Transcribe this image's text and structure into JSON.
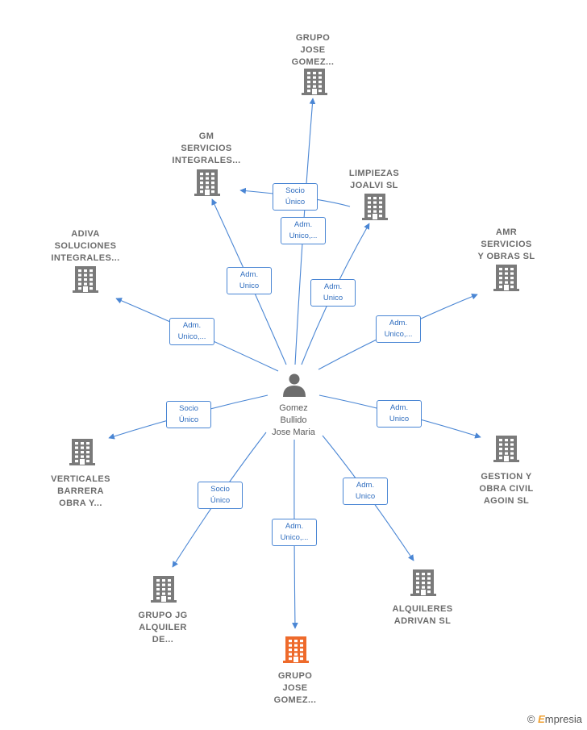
{
  "center": {
    "label": "Gomez\nBullido\nJose Maria",
    "icon": "person-icon"
  },
  "colors": {
    "edge": "#4a86d4",
    "company": "#7a7a7a",
    "highlight": "#ee6a2b",
    "person": "#6d6d6d"
  },
  "companies": [
    {
      "id": "grupo-jose-gomez-top",
      "label": "GRUPO\nJOSE\nGOMEZ...",
      "highlight": false
    },
    {
      "id": "gm-servicios",
      "label": "GM\nSERVICIOS\nINTEGRALES...",
      "highlight": false
    },
    {
      "id": "limpiezas-joalvi",
      "label": "LIMPIEZAS\nJOALVI  SL",
      "highlight": false
    },
    {
      "id": "adiva",
      "label": "ADIVA\nSOLUCIONES\nINTEGRALES...",
      "highlight": false
    },
    {
      "id": "amr-servicios",
      "label": "AMR\nSERVICIOS\nY OBRAS SL",
      "highlight": false
    },
    {
      "id": "verticales-barrera",
      "label": "VERTICALES\nBARRERA\nOBRA Y...",
      "highlight": false
    },
    {
      "id": "gestion-obra-civil",
      "label": "GESTION Y\nOBRA CIVIL\nAGOIN  SL",
      "highlight": false
    },
    {
      "id": "grupo-jg-alquiler",
      "label": "GRUPO JG\nALQUILER\nDE...",
      "highlight": false
    },
    {
      "id": "alquileres-adrivan",
      "label": "ALQUILERES\nADRIVAN SL",
      "highlight": false
    },
    {
      "id": "grupo-jose-gomez-bottom",
      "label": "GRUPO\nJOSE\nGOMEZ...",
      "highlight": true
    }
  ],
  "edges": [
    {
      "to": "grupo-jose-gomez-top",
      "label": "Adm.\nUnico,..."
    },
    {
      "to": "gm-servicios",
      "label": "Adm.\nUnico"
    },
    {
      "to": "limpiezas-joalvi",
      "label": "Adm.\nUnico"
    },
    {
      "to": "adiva",
      "label": "Adm.\nUnico,..."
    },
    {
      "to": "amr-servicios",
      "label": "Adm.\nUnico,..."
    },
    {
      "to": "verticales-barrera",
      "label": "Socio\nÚnico"
    },
    {
      "to": "gestion-obra-civil",
      "label": "Adm.\nUnico"
    },
    {
      "to": "grupo-jg-alquiler",
      "label": "Socio\nÚnico"
    },
    {
      "to": "alquileres-adrivan",
      "label": "Adm.\nUnico"
    },
    {
      "to": "grupo-jose-gomez-bottom",
      "label": "Adm.\nUnico,..."
    },
    {
      "from": "limpiezas-joalvi",
      "to": "gm-servicios",
      "label": "Socio\nÚnico"
    }
  ],
  "brand": {
    "symbol": "©",
    "initial": "E",
    "rest": "mpresia"
  }
}
